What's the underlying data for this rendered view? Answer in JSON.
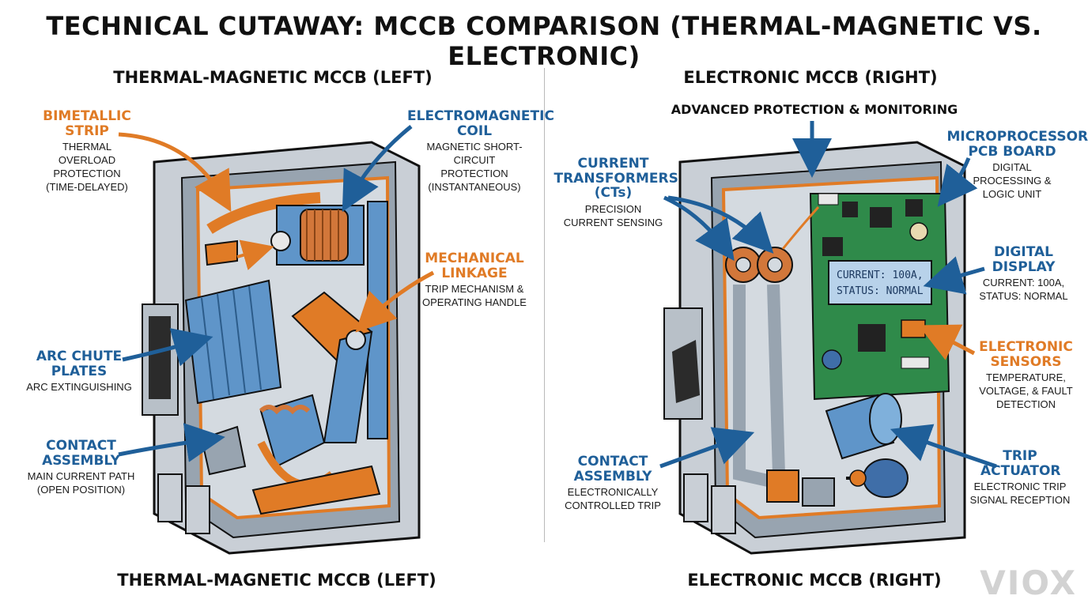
{
  "title": "TECHNICAL CUTAWAY: MCCB COMPARISON (THERMAL-MAGNETIC VS. ELECTRONIC)",
  "left": {
    "heading_top": "THERMAL-MAGNETIC MCCB (LEFT)",
    "heading_bottom": "THERMAL-MAGNETIC MCCB (LEFT)",
    "labels": {
      "bimetallic": {
        "title": "BIMETALLIC STRIP",
        "desc": "THERMAL OVERLOAD PROTECTION (TIME-DELAYED)"
      },
      "coil": {
        "title": "ELECTROMAGNETIC COIL",
        "desc": "MAGNETIC SHORT-CIRCUIT PROTECTION (INSTANTANEOUS)"
      },
      "linkage": {
        "title": "MECHANICAL LINKAGE",
        "desc": "TRIP MECHANISM & OPERATING HANDLE"
      },
      "arc": {
        "title": "ARC CHUTE PLATES",
        "desc": "ARC EXTINGUISHING"
      },
      "contact": {
        "title": "CONTACT ASSEMBLY",
        "desc": "MAIN CURRENT PATH (OPEN POSITION)"
      }
    }
  },
  "right": {
    "heading_top": "ELECTRONIC MCCB (RIGHT)",
    "heading_bottom": "ELECTRONIC MCCB (RIGHT)",
    "advanced": "ADVANCED PROTECTION & MONITORING",
    "labels": {
      "ct": {
        "title": "CURRENT TRANSFORMERS (CTs)",
        "desc": "PRECISION CURRENT SENSING"
      },
      "pcb": {
        "title": "MICROPROCESSOR PCB BOARD",
        "desc": "DIGITAL PROCESSING & LOGIC UNIT"
      },
      "display": {
        "title": "DIGITAL DISPLAY",
        "desc": "CURRENT: 100A, STATUS: NORMAL"
      },
      "sensors": {
        "title": "ELECTRONIC SENSORS",
        "desc": "TEMPERATURE, VOLTAGE, & FAULT DETECTION"
      },
      "contact": {
        "title": "CONTACT ASSEMBLY",
        "desc": "ELECTRONICALLY CONTROLLED TRIP"
      },
      "actuator": {
        "title": "TRIP ACTUATOR",
        "desc": "ELECTRONIC TRIP SIGNAL RECEPTION"
      }
    },
    "lcd": {
      "line1": "CURRENT: 100A,",
      "line2": "STATUS: NORMAL"
    }
  },
  "watermark": "VIOX",
  "colors": {
    "orange": "#e07b26",
    "blue": "#1f5f99",
    "pcb": "#2f8a4a",
    "housing": "#c9cfd6"
  }
}
